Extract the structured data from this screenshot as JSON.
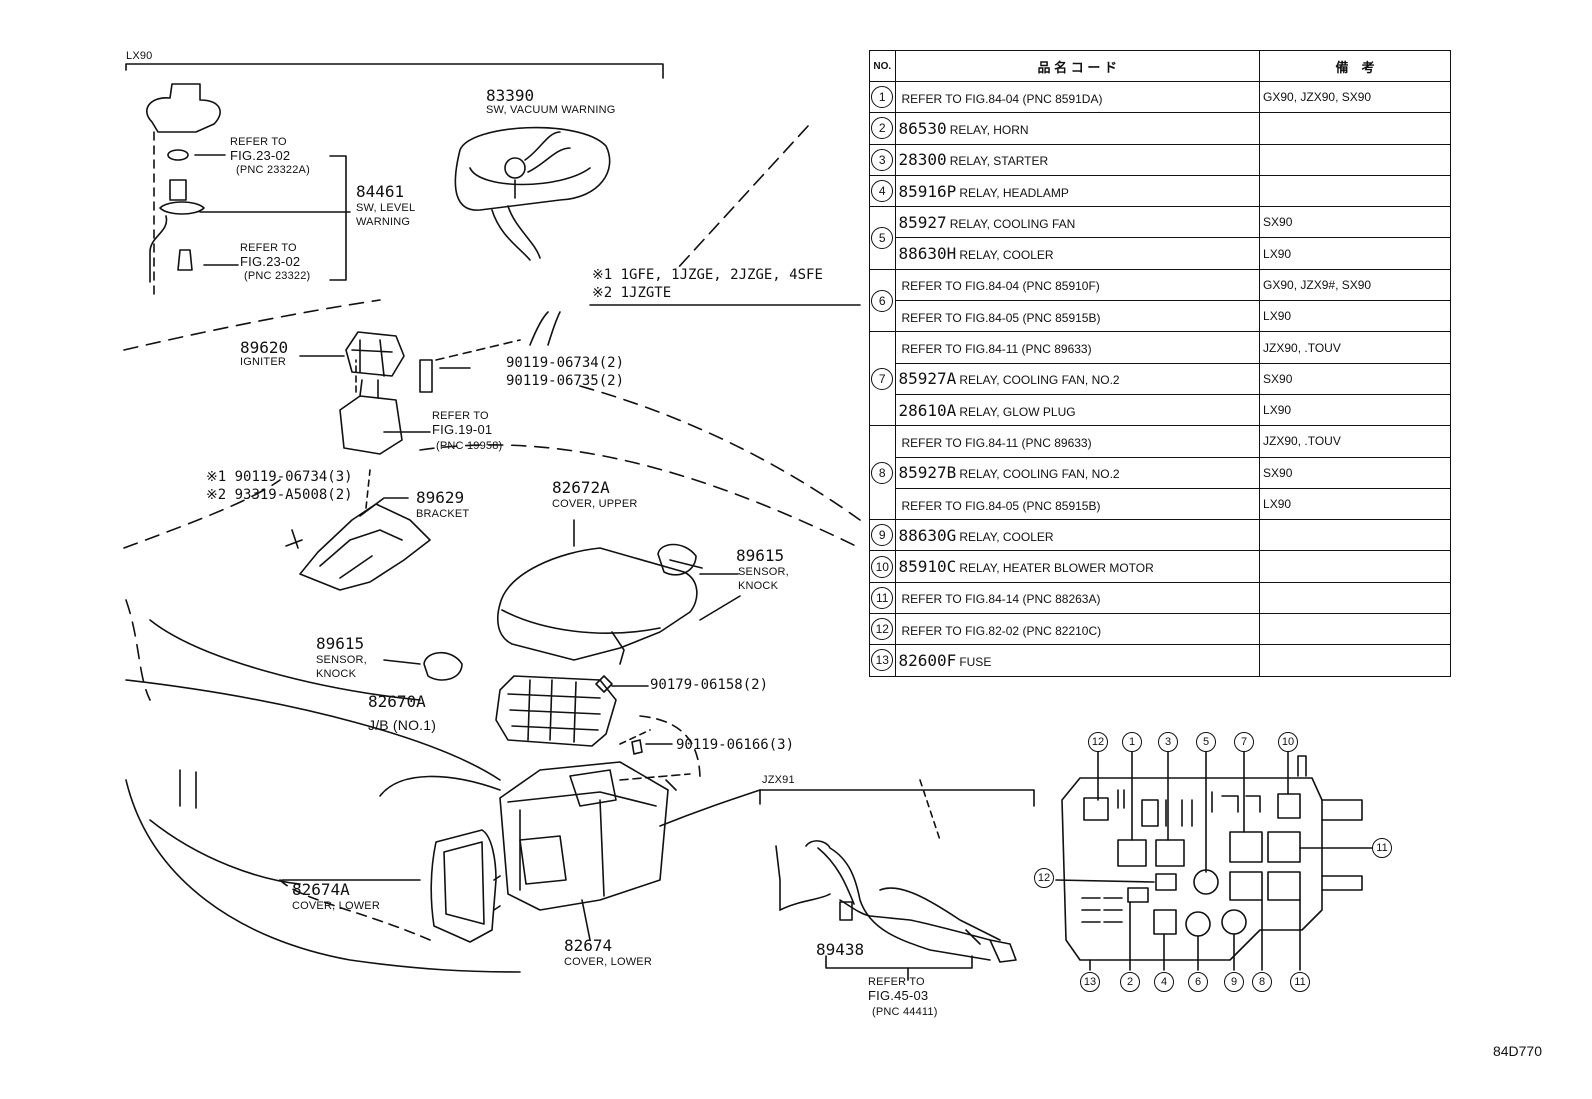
{
  "table": {
    "headers": [
      "NO.",
      "品 名 コ ー ド",
      "備　考"
    ],
    "rows": [
      {
        "no": "1",
        "code": "",
        "desc": "REFER TO FIG.84-04 (PNC 8591DA)",
        "remark": "GX90, JZX90, SX90"
      },
      {
        "no": "2",
        "code": "86530",
        "desc": "RELAY, HORN",
        "remark": ""
      },
      {
        "no": "3",
        "code": "28300",
        "desc": "RELAY, STARTER",
        "remark": ""
      },
      {
        "no": "4",
        "code": "85916P",
        "desc": "RELAY, HEADLAMP",
        "remark": ""
      },
      {
        "no": "5",
        "code": "85927",
        "desc": "RELAY, COOLING FAN",
        "remark": "SX90"
      },
      {
        "no": "",
        "code": "88630H",
        "desc": "RELAY, COOLER",
        "remark": "LX90"
      },
      {
        "no": "6",
        "code": "",
        "desc": "REFER TO FIG.84-04 (PNC 85910F)",
        "remark": "GX90, JZX9#, SX90"
      },
      {
        "no": "",
        "code": "",
        "desc": "REFER TO FIG.84-05 (PNC 85915B)",
        "remark": "LX90"
      },
      {
        "no": "7",
        "code": "",
        "desc": "REFER TO FIG.84-11 (PNC 89633)",
        "remark": "JZX90, .TOUV"
      },
      {
        "no": "",
        "code": "85927A",
        "desc": "RELAY, COOLING FAN, NO.2",
        "remark": "SX90"
      },
      {
        "no": "",
        "code": "28610A",
        "desc": "RELAY, GLOW PLUG",
        "remark": "LX90"
      },
      {
        "no": "8",
        "code": "",
        "desc": "REFER TO FIG.84-11 (PNC 89633)",
        "remark": "JZX90, .TOUV"
      },
      {
        "no": "",
        "code": "85927B",
        "desc": "RELAY, COOLING FAN, NO.2",
        "remark": "SX90"
      },
      {
        "no": "",
        "code": "",
        "desc": "REFER TO FIG.84-05 (PNC 85915B)",
        "remark": "LX90"
      },
      {
        "no": "9",
        "code": "88630G",
        "desc": "RELAY, COOLER",
        "remark": ""
      },
      {
        "no": "10",
        "code": "85910C",
        "desc": "RELAY, HEATER BLOWER MOTOR",
        "remark": ""
      },
      {
        "no": "11",
        "code": "",
        "desc": "REFER TO FIG.84-14 (PNC 88263A)",
        "remark": ""
      },
      {
        "no": "12",
        "code": "",
        "desc": "REFER TO FIG.82-02 (PNC 82210C)",
        "remark": ""
      },
      {
        "no": "13",
        "code": "82600F",
        "desc": "FUSE",
        "remark": ""
      }
    ]
  },
  "labels": {
    "lx90": "LX90",
    "p83390": "83390",
    "p83390_name": "SW, VACUUM WARNING",
    "refer_2302a_1": "REFER TO",
    "refer_2302a_2": "FIG.23-02",
    "refer_2302a_3": "(PNC 23322A)",
    "p84461": "84461",
    "p84461_n1": "SW, LEVEL",
    "p84461_n2": "WARNING",
    "refer_2302_1": "REFER TO",
    "refer_2302_2": "FIG.23-02",
    "refer_2302_3": "(PNC 23322)",
    "note1": "※1 1GFE, 1JZGE, 2JZGE, 4SFE",
    "note2": "※2 1JZGTE",
    "p89620": "89620",
    "p89620_name": "IGNITER",
    "bolt_06734_2": "90119-06734(2)",
    "bolt_06735_2": "90119-06735(2)",
    "refer_1901_1": "REFER TO",
    "refer_1901_2": "FIG.19-01",
    "refer_1901_3": "(PNC 19958)",
    "bolt_06734_3": "※1 90119-06734(3)",
    "bolt_a5008": "※2 93319-A5008(2)",
    "p89629": "89629",
    "p89629_name": "BRACKET",
    "p82672a": "82672A",
    "p82672a_name": "COVER, UPPER",
    "p89615_r": "89615",
    "p89615_r_n1": "SENSOR,",
    "p89615_r_n2": "KNOCK",
    "p89615_l": "89615",
    "p89615_l_n1": "SENSOR,",
    "p89615_l_n2": "KNOCK",
    "p82670a": "82670A",
    "p82670a_name": "J/B (NO.1)",
    "bolt_06158": "90179-06158(2)",
    "bolt_06166": "90119-06166(3)",
    "p82674a": "82674A",
    "p82674a_name": "COVER, LOWER",
    "p82674": "82674",
    "p82674_name": "COVER, LOWER",
    "jzx91": "JZX91",
    "p89438": "89438",
    "refer_4503_1": "REFER TO",
    "refer_4503_2": "FIG.45-03",
    "refer_4503_3": "(PNC 44411)"
  },
  "callouts_top": [
    "12",
    "1",
    "3",
    "5",
    "7",
    "10"
  ],
  "callouts_bottom": [
    "13",
    "2",
    "4",
    "6",
    "9",
    "8",
    "11"
  ],
  "callout_right": "11",
  "callout_left": "12",
  "figure_id": "84D770"
}
